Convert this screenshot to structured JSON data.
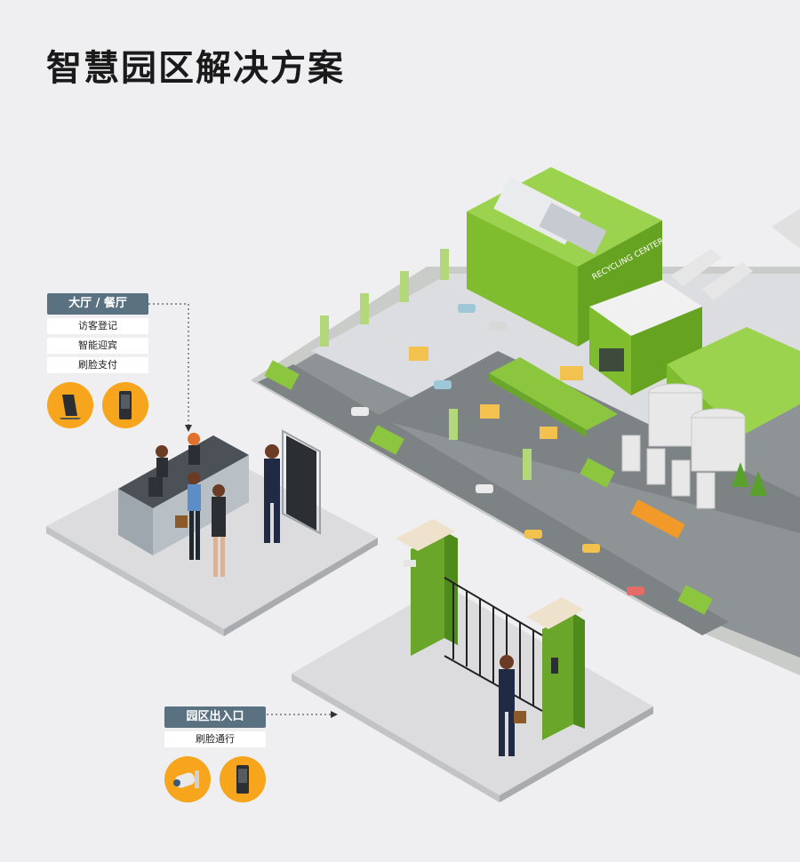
{
  "page": {
    "title": "智慧园区解决方案"
  },
  "lobby_panel": {
    "header": "大厅 / 餐厅",
    "items": [
      "访客登记",
      "智能迎宾",
      "刷脸支付"
    ],
    "icons": [
      "tablet-stand-icon",
      "face-terminal-icon"
    ]
  },
  "gate_panel": {
    "header": "园区出入口",
    "items": [
      "刷脸通行"
    ],
    "icons": [
      "camera-icon",
      "face-terminal-icon"
    ]
  },
  "colors": {
    "accent": "#f6a51c",
    "header": "#5a7181",
    "green": "#8cc63f"
  }
}
